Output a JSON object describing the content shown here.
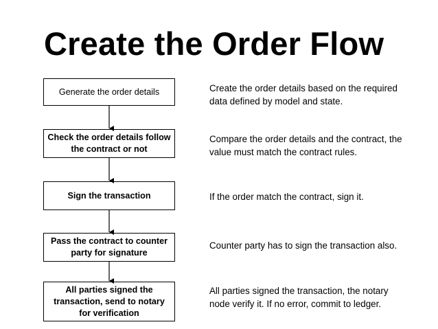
{
  "title": "Create the Order Flow",
  "steps": [
    {
      "label": "Generate the order details",
      "description": "Create the order details based on the required\ndata defined by model and state."
    },
    {
      "label": "Check the order details follow\nthe contract or not",
      "description": "Compare the order details and the contract, the\nvalue must match the contract rules."
    },
    {
      "label": "Sign the transaction",
      "description": "If the order match the contract, sign it."
    },
    {
      "label": "Pass the contract to counter\nparty for signature",
      "description": "Counter party has to sign the transaction also."
    },
    {
      "label": "All parties signed the\ntransaction, send to notary\nfor verification",
      "description": "All parties signed the transaction, the notary\nnode verify it. If no error, commit to ledger."
    }
  ]
}
